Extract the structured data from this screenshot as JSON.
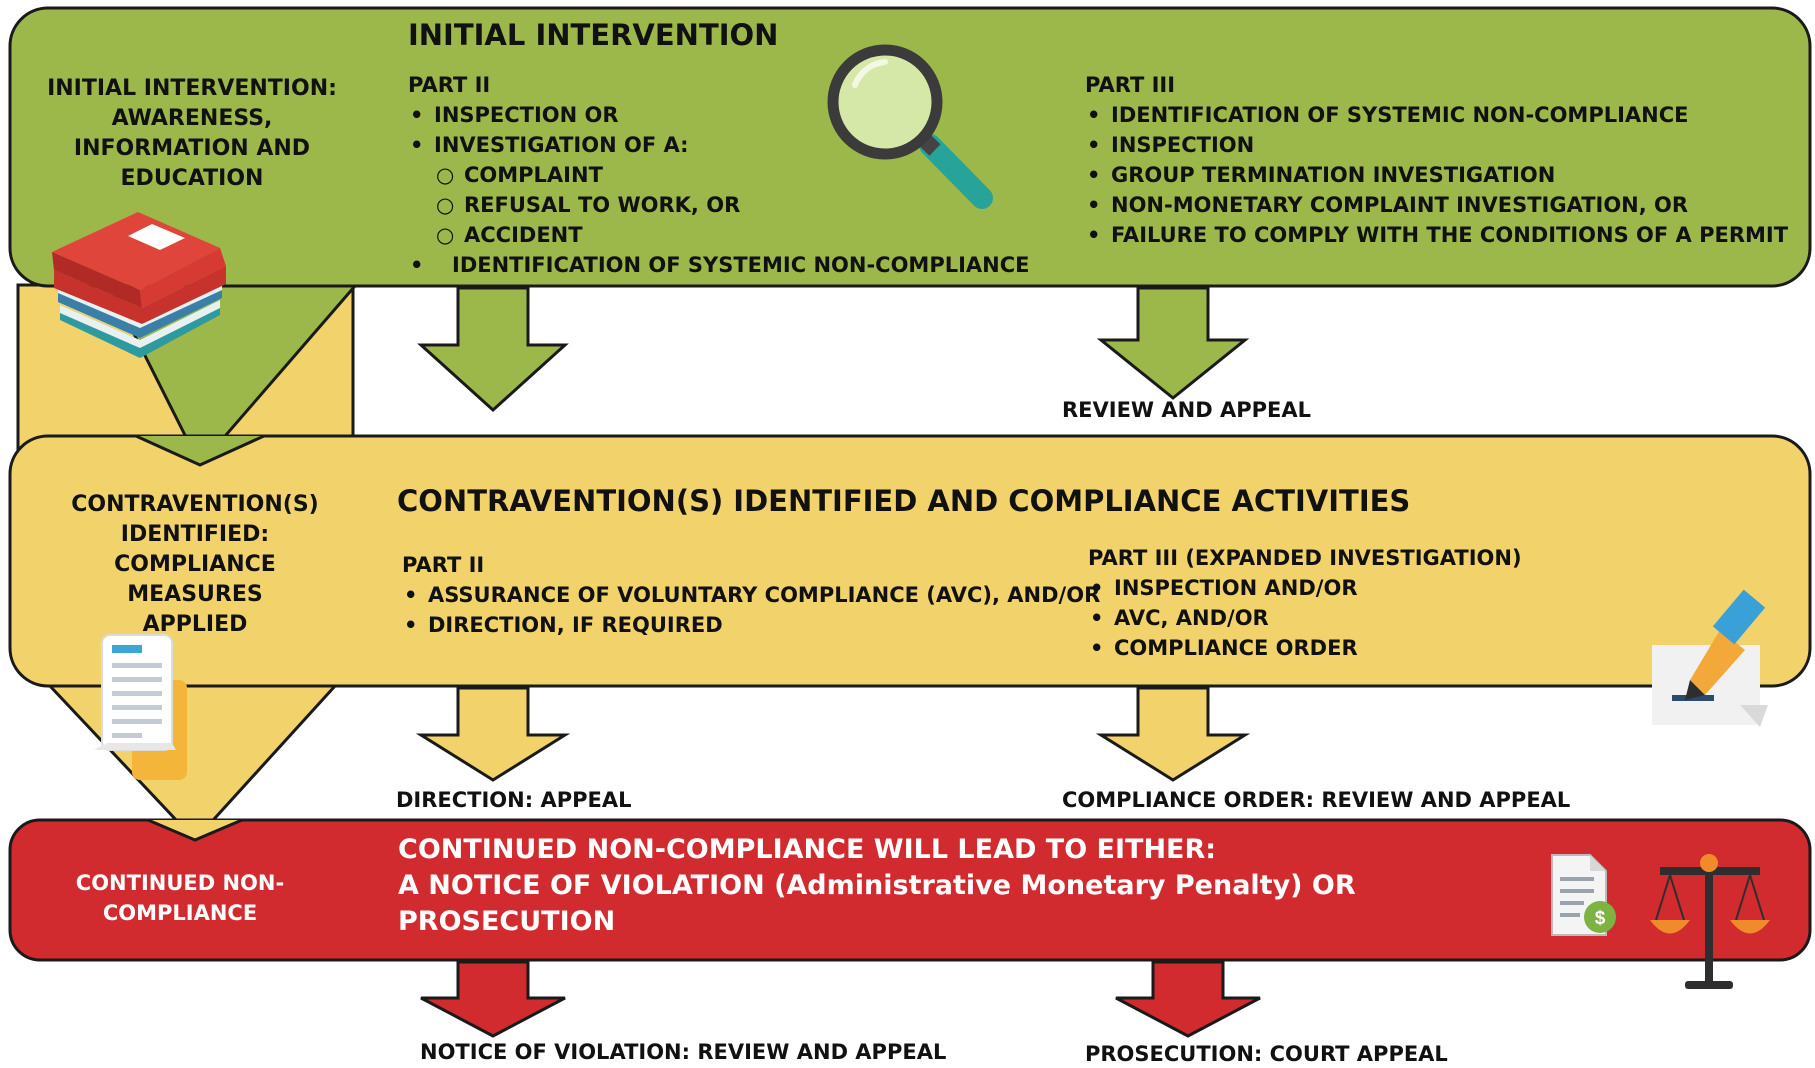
{
  "colors": {
    "green": "#9cb84a",
    "yellow": "#f2d26a",
    "red": "#d12a2f",
    "outline": "#1a1a1a"
  },
  "initial": {
    "title": "INITIAL INTERVENTION",
    "side_label": [
      "INITIAL INTERVENTION:",
      "AWARENESS,",
      "INFORMATION AND",
      "EDUCATION"
    ],
    "part2": {
      "heading": "PART II",
      "items": [
        "INSPECTION OR",
        "INVESTIGATION OF A:"
      ],
      "subitems": [
        "COMPLAINT",
        "REFUSAL TO WORK, OR",
        "ACCIDENT"
      ],
      "last_item": "IDENTIFICATION OF SYSTEMIC NON-COMPLIANCE"
    },
    "part3": {
      "heading": "PART III",
      "items": [
        "IDENTIFICATION OF SYSTEMIC NON-COMPLIANCE",
        "INSPECTION",
        "GROUP TERMINATION INVESTIGATION",
        "NON-MONETARY COMPLAINT INVESTIGATION, OR",
        "FAILURE TO COMPLY WITH THE CONDITIONS OF A PERMIT"
      ]
    },
    "right_caption": "REVIEW AND APPEAL"
  },
  "contravention": {
    "title": "CONTRAVENTION(S) IDENTIFIED AND COMPLIANCE ACTIVITIES",
    "side_label": [
      "CONTRAVENTION(S)",
      "IDENTIFIED:",
      "COMPLIANCE MEASURES",
      "APPLIED"
    ],
    "part2": {
      "heading": "PART II",
      "items": [
        "ASSURANCE OF VOLUNTARY COMPLIANCE (AVC), AND/OR",
        "DIRECTION, IF REQUIRED"
      ]
    },
    "part3": {
      "heading": "PART III (EXPANDED INVESTIGATION)",
      "items": [
        "INSPECTION AND/OR",
        "AVC, AND/OR",
        "COMPLIANCE ORDER"
      ]
    },
    "left_caption": "DIRECTION: APPEAL",
    "right_caption": "COMPLIANCE ORDER: REVIEW AND APPEAL"
  },
  "noncompliance": {
    "side_label": [
      "CONTINUED NON-",
      "COMPLIANCE"
    ],
    "lines": [
      "CONTINUED NON-COMPLIANCE WILL LEAD TO EITHER:",
      "A NOTICE OF VIOLATION (Administrative Monetary Penalty) OR",
      "PROSECUTION"
    ],
    "left_caption": "NOTICE OF VIOLATION: REVIEW AND APPEAL",
    "right_caption": "PROSECUTION: COURT APPEAL"
  },
  "icons": [
    "books-icon",
    "magnifier-icon",
    "document-list-icon",
    "pen-signature-icon",
    "invoice-dollar-icon",
    "scales-of-justice-icon"
  ]
}
